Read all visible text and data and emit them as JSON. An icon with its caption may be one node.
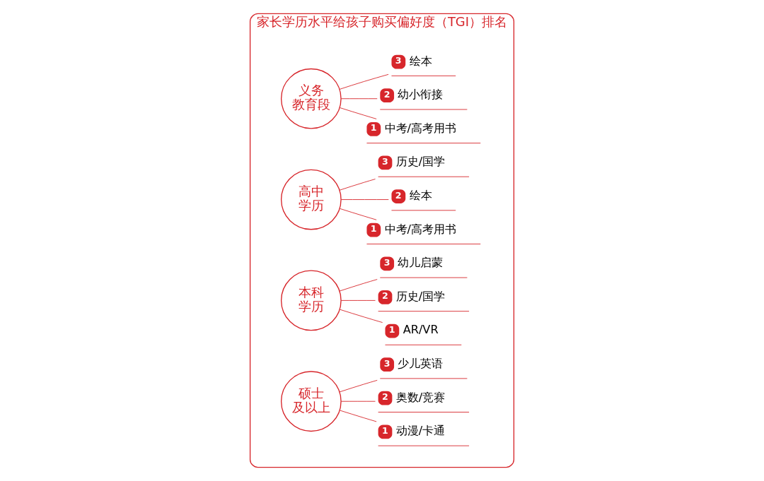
{
  "diagram": {
    "nodes": [
      {
        "text": [
          "家长学历水平给孩子购买偏好度（TGI）排名"
        ]
      },
      {
        "text": [
          "义务教育段"
        ],
        "in": 0
      },
      {
        "text": [
          "1",
          "中考/高考用书"
        ],
        "in": 0
      },
      {
        "text": [
          "2",
          "幼小衔接"
        ],
        "in": 0
      },
      {
        "text": [
          "3",
          "绘本"
        ],
        "in": 0
      },
      {
        "text": [
          "高中学历"
        ],
        "in": 0
      },
      {
        "text": [
          "1",
          "中考/高考用书"
        ],
        "in": 0
      },
      {
        "text": [
          "2",
          "绘本"
        ],
        "in": 0
      },
      {
        "text": [
          "3",
          "历史/国学"
        ],
        "in": 0
      },
      {
        "text": [
          "本科学历"
        ],
        "in": 0
      },
      {
        "text": [
          "1",
          "AR/VR"
        ],
        "in": 0
      },
      {
        "text": [
          "2",
          "历史/国学"
        ],
        "in": 0
      },
      {
        "text": [
          "3",
          "幼儿启蒙"
        ],
        "in": 0
      },
      {
        "text": [
          "硕士及以上"
        ],
        "in": 0
      },
      {
        "text": [
          "1",
          "动漫/卡通"
        ],
        "in": 0
      },
      {
        "text": [
          "2",
          "奥数/竞赛"
        ],
        "in": 0
      },
      {
        "text": [
          "3",
          "少儿英语"
        ],
        "in": 0
      }
    ],
    "edges": [
      {
        "from": 1,
        "to": 2,
        "arrow": "none"
      },
      {
        "from": 1,
        "to": 3,
        "arrow": "none"
      },
      {
        "from": 1,
        "to": 4,
        "arrow": "none"
      },
      {
        "from": 5,
        "to": 6,
        "arrow": "none"
      },
      {
        "from": 5,
        "to": 7,
        "arrow": "none"
      },
      {
        "from": 5,
        "to": 8,
        "arrow": "none"
      },
      {
        "from": 9,
        "to": 10,
        "arrow": "none"
      },
      {
        "from": 9,
        "to": 11,
        "arrow": "none"
      },
      {
        "from": 9,
        "to": 12,
        "arrow": "none"
      },
      {
        "from": 13,
        "to": 14,
        "arrow": "none"
      },
      {
        "from": 13,
        "to": 15,
        "arrow": "none"
      },
      {
        "from": 13,
        "to": 16,
        "arrow": "none"
      }
    ]
  }
}
